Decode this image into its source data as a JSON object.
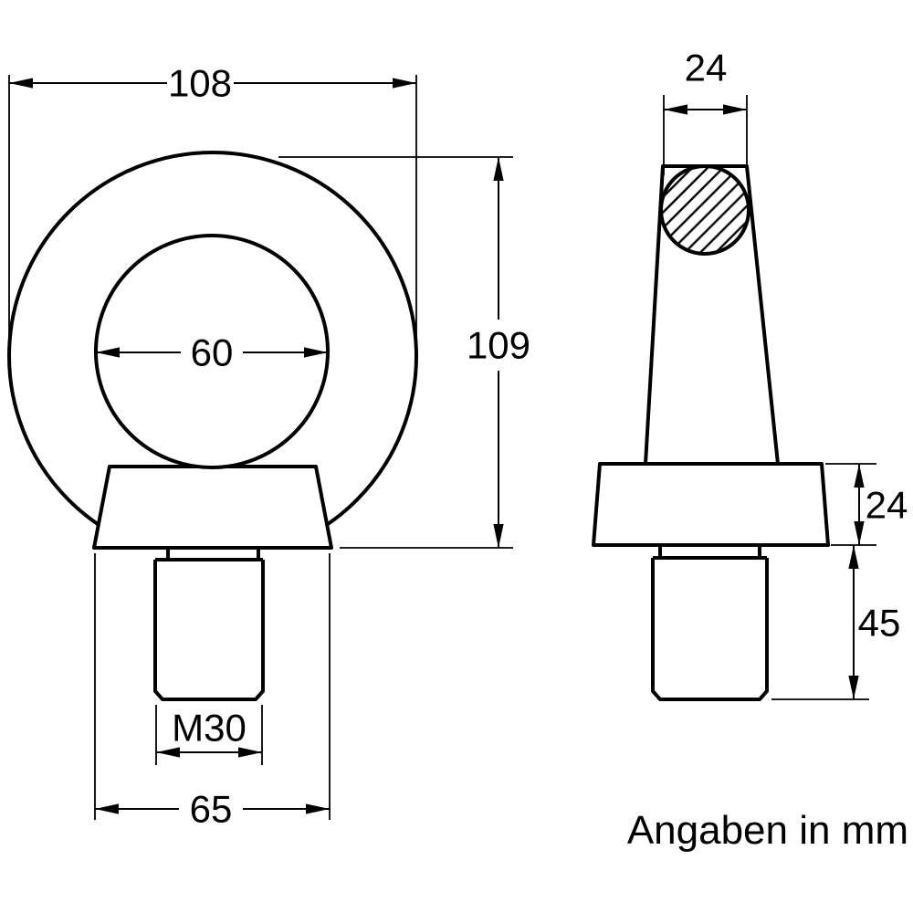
{
  "note": "Angaben in mm",
  "colors": {
    "line": "#000000",
    "background": "#ffffff"
  },
  "front_view": {
    "dimensions": {
      "outer_width": "108",
      "eye_diameter": "60",
      "height": "109",
      "thread": "M30",
      "collar_width": "65"
    }
  },
  "side_view": {
    "dimensions": {
      "ring_thickness": "24",
      "collar_height": "24",
      "shank_length": "45"
    }
  }
}
